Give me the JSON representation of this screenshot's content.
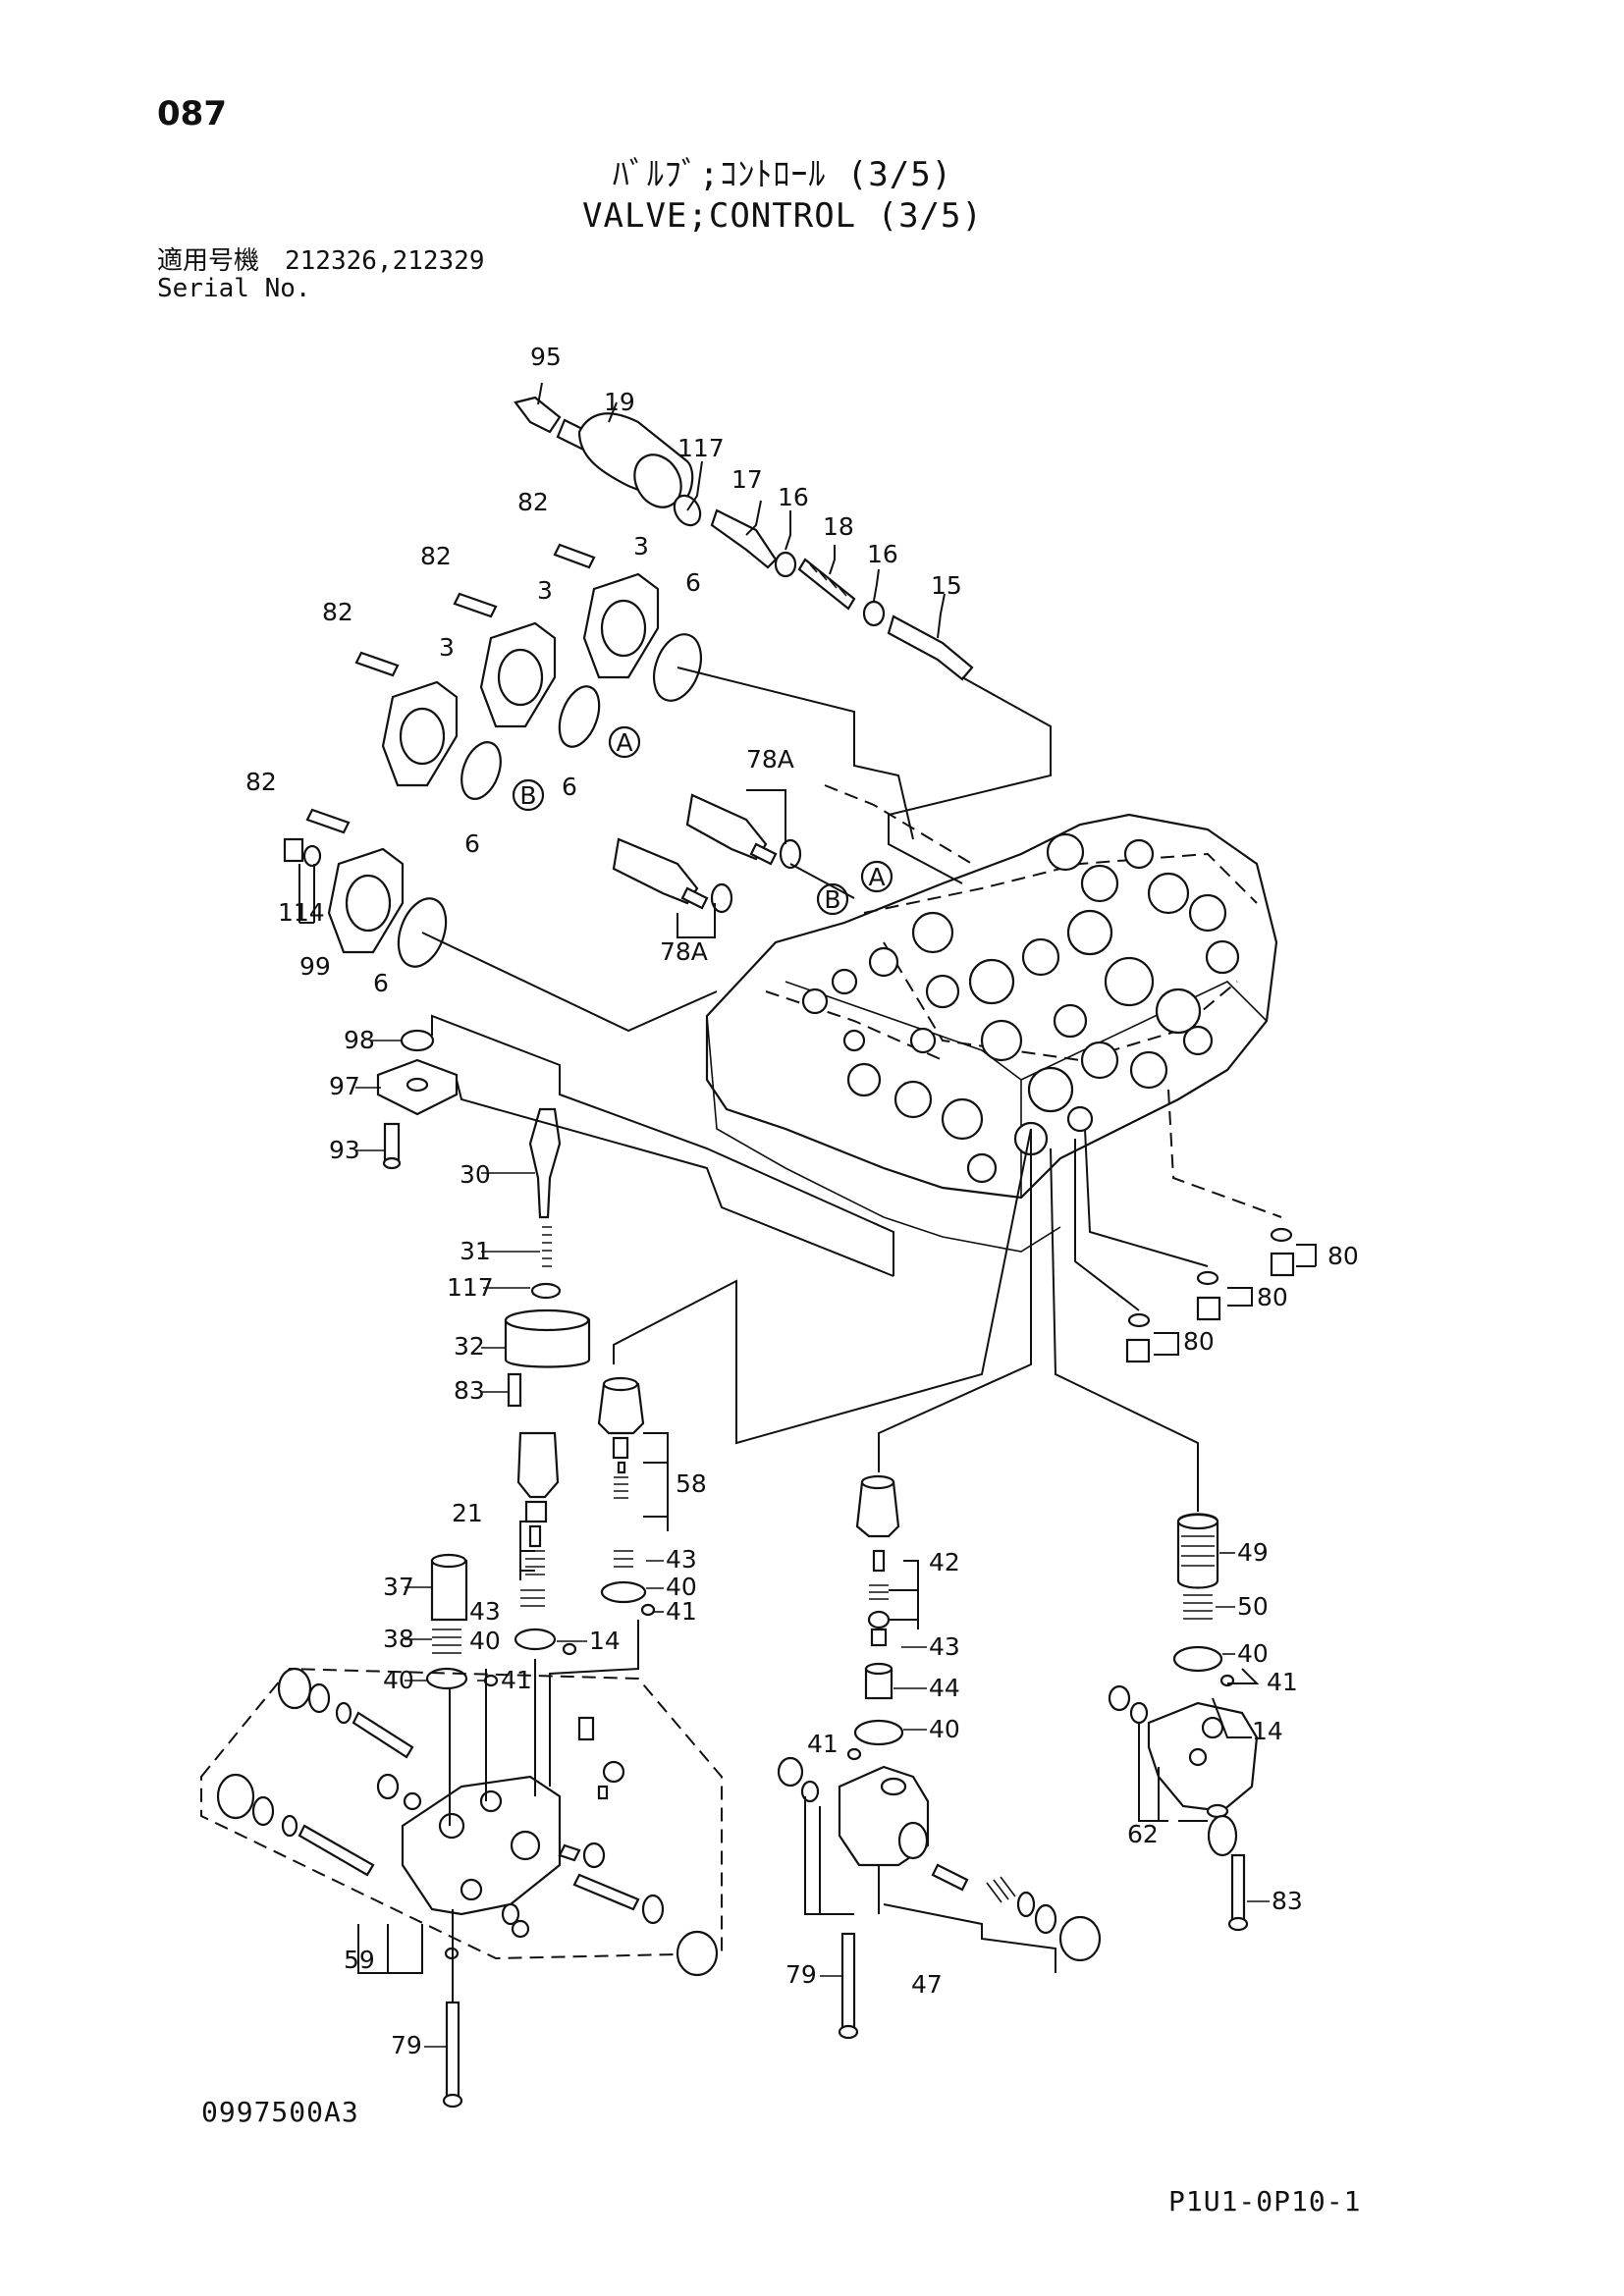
{
  "header": {
    "page_number": "087",
    "title_jp": "ﾊﾞﾙﾌﾞ;ｺﾝﾄﾛｰﾙ (3/5)",
    "title_en": "VALVE;CONTROL (3/5)",
    "serial_jp": "適用号機　212326,212329",
    "serial_en": "Serial No."
  },
  "footer": {
    "drawing_code": "0997500A3",
    "page_code": "P1U1-0P10-1"
  },
  "callouts": {
    "c95": "95",
    "c19": "19",
    "c117a": "117",
    "c17": "17",
    "c16a": "16",
    "c18": "18",
    "c16b": "16",
    "c15": "15",
    "c82a": "82",
    "c3a": "3",
    "c82b": "82",
    "c3b": "3",
    "c6a": "6",
    "c82c": "82",
    "c3c": "3",
    "c6b": "6",
    "c6c": "6",
    "c78a_top": "78A",
    "c82d": "82",
    "c114": "114",
    "c99": "99",
    "c6d": "6",
    "c78a_bottom": "78A",
    "c98": "98",
    "c97": "97",
    "c93": "93",
    "c30": "30",
    "c31": "31",
    "c117b": "117",
    "c32": "32",
    "c83a": "83",
    "c80a": "80",
    "c80b": "80",
    "c80c": "80",
    "c58": "58",
    "c21": "21",
    "c43a": "43",
    "c40a": "40",
    "c41a": "41",
    "c37": "37",
    "c43b": "43",
    "c38": "38",
    "c40b": "40",
    "c14a": "14",
    "c40c": "40",
    "c41b": "41",
    "c42": "42",
    "c43c": "43",
    "c44": "44",
    "c40d": "40",
    "c41c": "41",
    "c49": "49",
    "c50": "50",
    "c40e": "40",
    "c41d": "41",
    "c14b": "14",
    "c62": "62",
    "c83b": "83",
    "c59": "59",
    "c79a": "79",
    "c79b": "79",
    "c47": "47"
  },
  "ref_markers": {
    "a1": "A",
    "b1": "B",
    "a2": "A",
    "b2": "B"
  }
}
